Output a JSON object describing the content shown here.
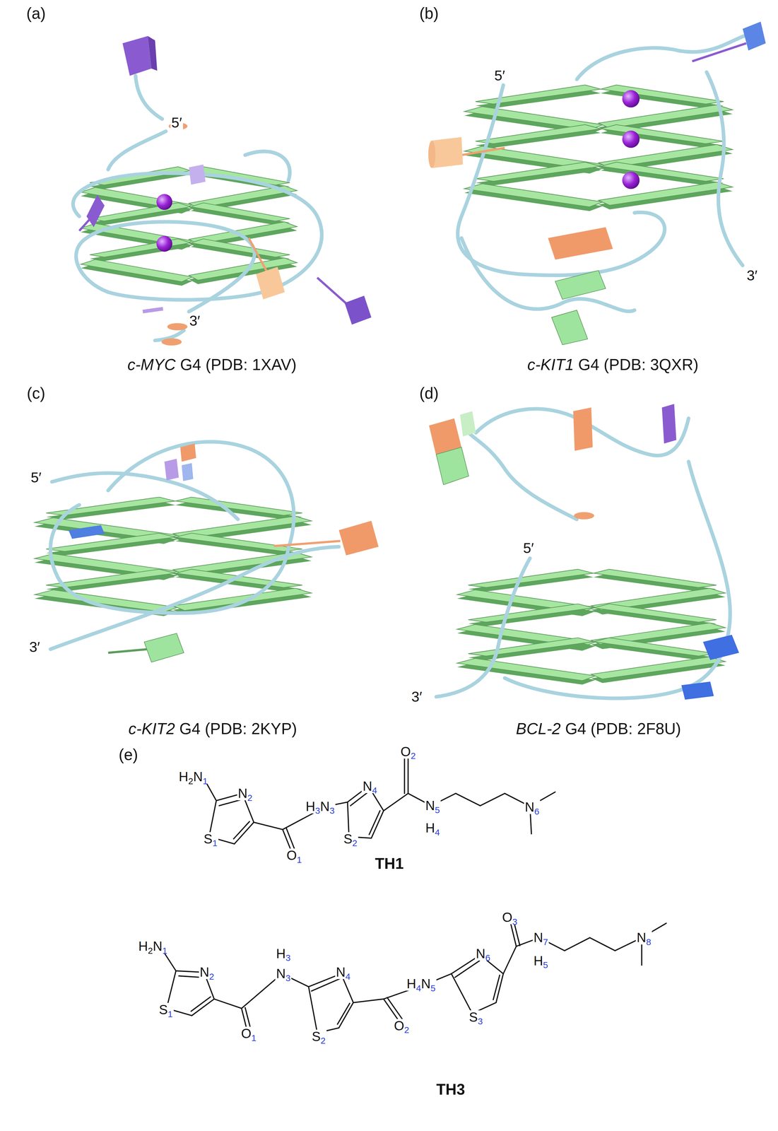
{
  "diagram": {
    "labels": [
      "(a)",
      "5′",
      "3′",
      "c-MYC",
      "G4 (PDB: 1XAV)",
      "(b)",
      "5′",
      "3′",
      "c-KIT1",
      "G4 (PDB: 3QXR)",
      "(c)",
      "5′",
      "3′",
      "c-KIT2",
      "G4 (PDB: 2KYP)",
      "(d)",
      "5′",
      "3′",
      "BCL-2",
      "G4 (PDB: 2F8U)",
      "(e)",
      "H2N",
      "1",
      "N",
      "2",
      "S",
      "1",
      "H",
      "3",
      "N",
      "3",
      "O",
      "1",
      "N",
      "4",
      "S",
      "2",
      "O",
      "2",
      "N",
      "5",
      "H",
      "4",
      "N",
      "6",
      "TH1",
      "H2N",
      "1",
      "N",
      "2",
      "S",
      "1",
      "O",
      "1",
      "H",
      "3",
      "N",
      "3",
      "N",
      "4",
      "S",
      "2",
      "H",
      "4",
      "N",
      "5",
      "O",
      "2",
      "N",
      "6",
      "S",
      "3",
      "O",
      "3",
      "N",
      "7",
      "H",
      "5",
      "N",
      "8",
      "TH3"
    ]
  }
}
